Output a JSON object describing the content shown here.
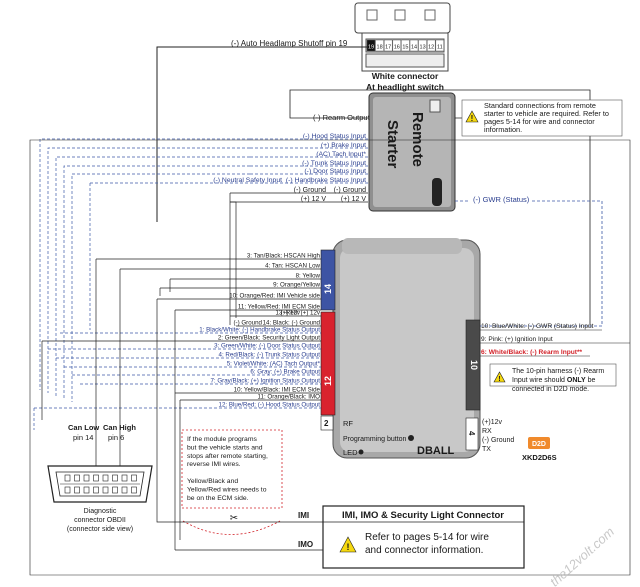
{
  "connector": {
    "pins": [
      "19",
      "18",
      "17",
      "16",
      "15",
      "14",
      "13",
      "12",
      "11"
    ],
    "caption_line1": "White connector",
    "caption_line2": "At headlight switch",
    "pin_label": "(-) Auto Headlamp Shutoff  pin 19"
  },
  "remote_starter": {
    "name_line1": "Remote",
    "name_line2": "Starter",
    "rearm_output": "(-) Rearm Output",
    "note": [
      "Standard connections from remote",
      "starter to vehicle are required. Refer to",
      "pages 5-14 for wire and connector",
      "information."
    ],
    "gwr_label": "(-) GWR (Status)"
  },
  "starter_wires_blue": [
    "(-) Hood Status Input",
    "(+) Brake Input",
    "(AC) Tach Input*",
    "(-) Trunk Status Input",
    "(-) Door Status Input",
    "(-) Neutral Safety Input",
    "(-) Handbrake Status Input"
  ],
  "starter_wires_black": [
    "(-) Ground",
    "(-) Ground",
    "(+) 12 V",
    "(+) 12 V"
  ],
  "module_wires": [
    "3: Tan/Black: HSCAN High",
    "4: Tan: HSCAN Low",
    "8: Yellow",
    "9: Orange/Yellow",
    "10: Orange/Red: IMI Vehicle side",
    "11: Yellow/Red: IMI ECM Side",
    "13: Red: (+) 12v",
    "(+) 12v",
    "(-) Ground",
    "14: Black: (-) Ground",
    "1: Black/White: (-) Handbrake Status Output",
    "2: Green/Black: Security Light Output",
    "3: Green/White: (-) Door Status Output",
    "4: Red/Black: (-) Trunk Status Output",
    "5: Violet/White: (AC) Tach Output*",
    "6: Gray: (+) Brake Output",
    "7: Gray/Black: (+) Ignition Status Output",
    "10: Yellow/Black: IMI ECM Side",
    "11: Orange/Black: IMO",
    "12: Blue/Red: (-) Hood Status Output"
  ],
  "module": {
    "connector_14": "14",
    "connector_12": "12",
    "connector_2": "2",
    "connector_10": "10",
    "connector_4": "4",
    "rf": "RF",
    "programming_button": "Programming button",
    "led": "LED",
    "name": "DBALL",
    "right_wires": [
      "10: Blue/White: (-) GWR (Status) Input",
      "9: Pink: (+) Ignition Input",
      "6: White/Black: (-) Rearm Input**"
    ],
    "port4_pins": [
      "(+)12v",
      "RX",
      "(-) Ground",
      "TX"
    ],
    "rearm_note": [
      "The 10-pin harness (-) Rearm",
      "Input wire should ",
      "ONLY",
      " be",
      "connected in D2D mode."
    ],
    "d2d_badge": "D2D",
    "product_code": "XKD2D6S"
  },
  "obd": {
    "can_low": "Can Low",
    "can_low_pin": "pin 14",
    "can_high": "Can High",
    "can_high_pin": "pin 6",
    "caption": [
      "Diagnostic",
      "connector OBDII",
      "(connector side view)"
    ]
  },
  "imi_note": [
    "If the module programs",
    "but the vehicle starts and",
    "stops after remote starting,",
    "reverse IMI wires.",
    "",
    "Yellow/Black and",
    "Yellow/Red wires needs to",
    "be on the ECM side."
  ],
  "security": {
    "title": "IMI, IMO & Security Light Connector",
    "text": [
      "Refer to pages 5-14 for wire",
      "and connector information."
    ],
    "imi": "IMI",
    "imo": "IMO"
  },
  "watermark": "the12volt.com",
  "colors": {
    "blue_wire": "#3c5aa6",
    "red_section": "#d9232e",
    "blue_section": "#3d54a4",
    "yellow_warning": "#f5d80f"
  }
}
